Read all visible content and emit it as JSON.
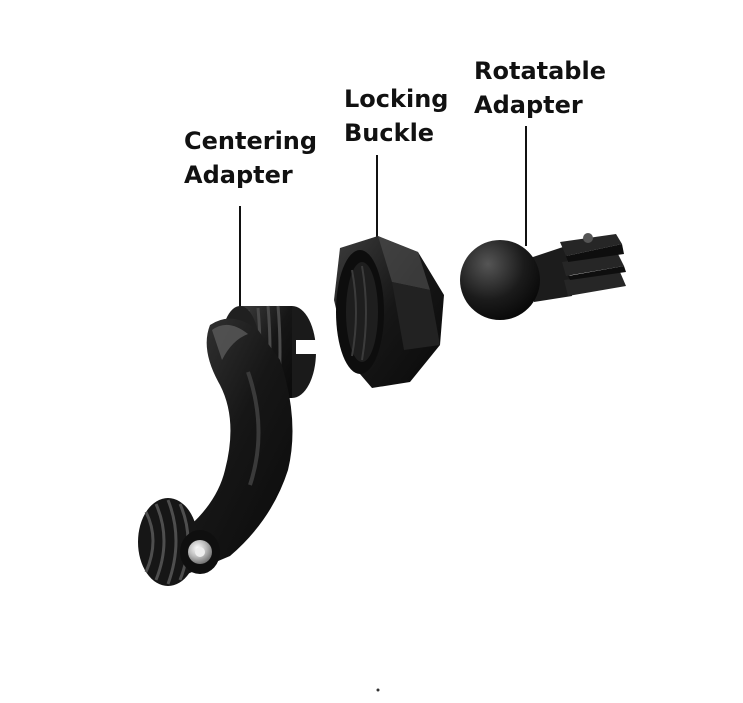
{
  "labels": {
    "centering": {
      "line1": "Centering",
      "line2": "Adapter"
    },
    "locking": {
      "line1": "Locking",
      "line2": "Buckle"
    },
    "rotatable": {
      "line1": "Rotatable",
      "line2": "Adapter"
    }
  },
  "colors": {
    "background": "#ffffff",
    "text": "#111111",
    "part_dark": "#151515",
    "part_mid": "#2a2a2a",
    "part_highlight": "#4a4a4a",
    "metal": "#c8c8c8"
  }
}
